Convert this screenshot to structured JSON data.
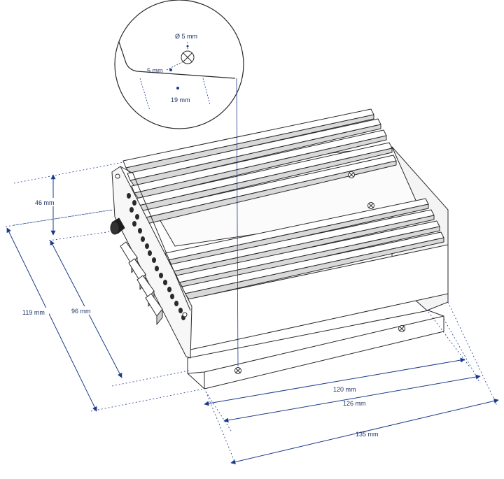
{
  "colors": {
    "dimension": "#1b3a8a",
    "outline": "#2a2a2a",
    "shade": "#8a8a8a",
    "fill": "#ffffff"
  },
  "detail": {
    "hole_diameter": "Ø 5 mm",
    "edge_offset": "5 mm",
    "hole_spacing": "19 mm"
  },
  "dimensions": {
    "height_fins": "46 mm",
    "height_total": "119 mm",
    "height_body": "96 mm",
    "length_body": "120 mm",
    "length_flange": "126 mm",
    "length_total": "135 mm"
  }
}
